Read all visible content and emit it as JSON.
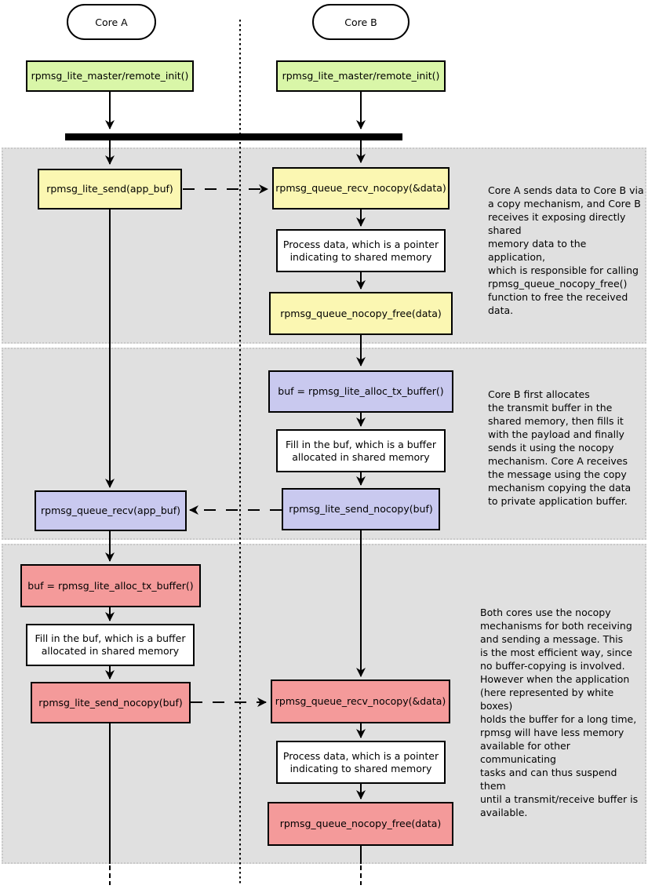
{
  "lifelines": {
    "core_a": "Core A",
    "core_b": "Core B"
  },
  "init_boxes": {
    "core_a": "rpmsg_lite_master/remote_init()",
    "core_b": "rpmsg_lite_master/remote_init()"
  },
  "colors": {
    "init_box": "#d9f6a8",
    "copy_section": "#fbf7b2",
    "nocopy_b_to_a_section": "#c9c9ef",
    "nocopy_both_section": "#f49a9a",
    "application_box": "#ffffff",
    "panel_background": "#e0e0e0"
  },
  "sections": [
    {
      "boxes": {
        "send": "rpmsg_lite_send(app_buf)",
        "recv": "rpmsg_queue_recv_nocopy(&data)",
        "process": "Process data, which is a pointer\nindicating to shared memory",
        "free": "rpmsg_queue_nocopy_free(data)"
      },
      "note": "Core A sends data to Core B via\na copy mechanism, and Core B\nreceives it exposing directly shared\nmemory data to the application,\nwhich is responsible for calling\nrpmsg_queue_nocopy_free()\nfunction to free the received data."
    },
    {
      "boxes": {
        "alloc": "buf = rpmsg_lite_alloc_tx_buffer()",
        "fill": "Fill in the buf, which is a buffer\nallocated in shared memory",
        "send": "rpmsg_lite_send_nocopy(buf)",
        "recv": "rpmsg_queue_recv(app_buf)"
      },
      "note": "Core B first allocates\nthe transmit buffer in the\nshared memory, then fills it\nwith the payload and finally\nsends it using the nocopy\nmechanism. Core A receives\nthe message using the copy\nmechanism copying the data\nto private application buffer."
    },
    {
      "boxes": {
        "alloc": "buf = rpmsg_lite_alloc_tx_buffer()",
        "fill": "Fill in the buf, which is a buffer\nallocated in shared memory",
        "send": "rpmsg_lite_send_nocopy(buf)",
        "recv": "rpmsg_queue_recv_nocopy(&data)",
        "process": "Process data, which is a pointer\nindicating to shared memory",
        "free": "rpmsg_queue_nocopy_free(data)"
      },
      "note": "Both cores use the nocopy\nmechanisms for both receiving\nand sending a message. This\nis the most efficient way, since\nno buffer-copying is involved.\nHowever when the application\n(here represented by white boxes)\nholds the buffer for a long time,\nrpmsg will have less memory\navailable for other communicating\ntasks and can thus suspend them\nuntil a transmit/receive buffer is\navailable."
    }
  ]
}
